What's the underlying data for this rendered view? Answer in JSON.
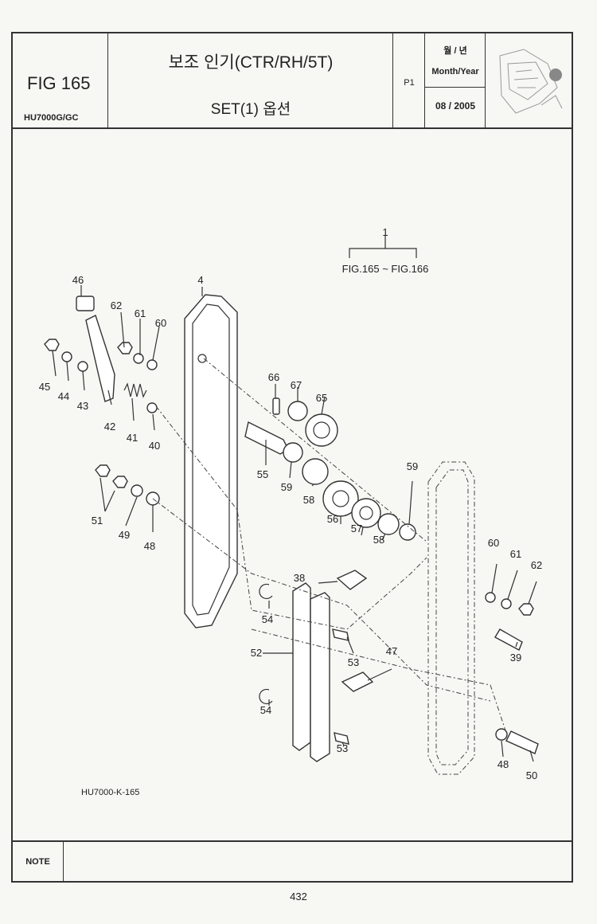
{
  "header": {
    "fig": "FIG 165",
    "model": "HU7000G/GC",
    "title_line1": "보조 인기(CTR/RH/5T)",
    "title_line2": "SET(1) 옵션",
    "page_ref": "P1",
    "month_year_ko": "월 / 년",
    "month_year_en": "Month/Year",
    "date": "08 / 2005"
  },
  "assembly_ref": {
    "number": "1",
    "text": "FIG.165 ~ FIG.166"
  },
  "callouts": [
    "46",
    "4",
    "62",
    "61",
    "60",
    "45",
    "44",
    "43",
    "42",
    "41",
    "40",
    "66",
    "67",
    "65",
    "55",
    "59",
    "58",
    "56",
    "57",
    "58",
    "59",
    "51",
    "49",
    "48",
    "60",
    "61",
    "62",
    "38",
    "54",
    "39",
    "52",
    "53",
    "47",
    "54",
    "53",
    "48",
    "50"
  ],
  "drawing_code": "HU7000-K-165",
  "note_label": "NOTE",
  "page_number": "432",
  "icons": {
    "thumbnail": "forklift-thumbnail-icon"
  }
}
